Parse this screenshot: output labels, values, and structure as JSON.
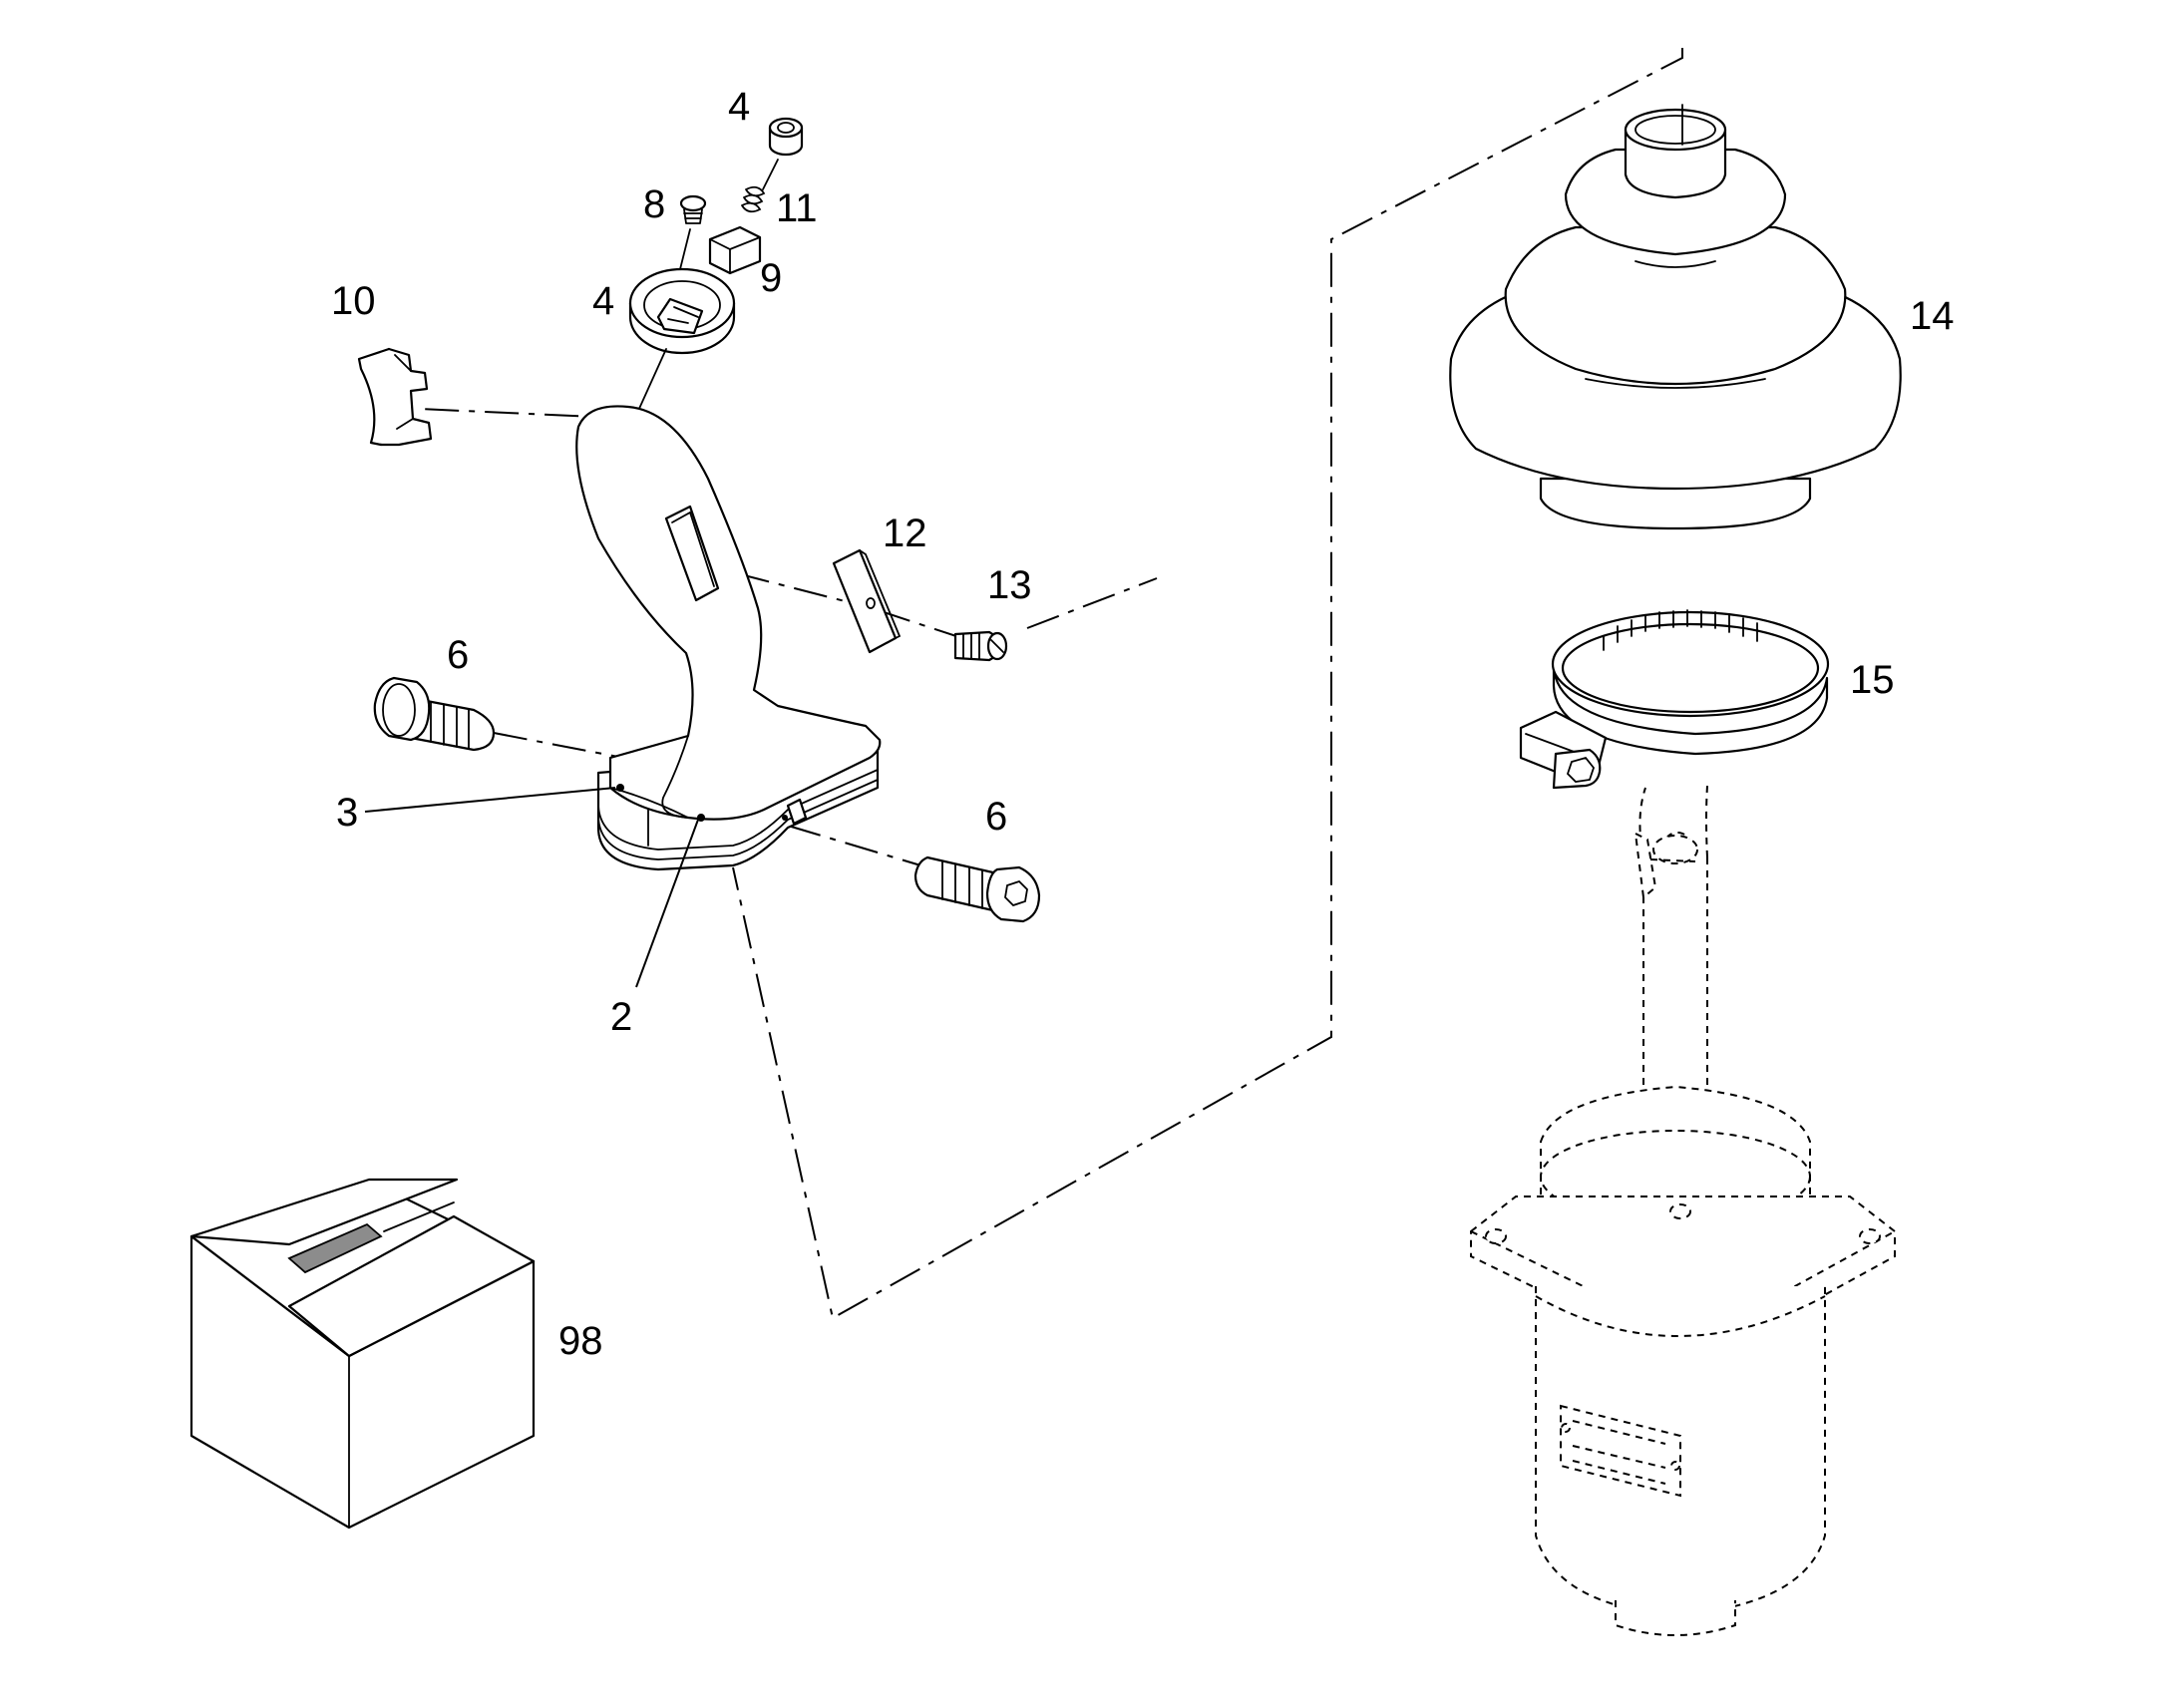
{
  "callouts": [
    {
      "id": "label-4-top",
      "text": "4"
    },
    {
      "id": "label-8",
      "text": "8"
    },
    {
      "id": "label-11",
      "text": "11"
    },
    {
      "id": "label-9",
      "text": "9"
    },
    {
      "id": "label-4-ring",
      "text": "4"
    },
    {
      "id": "label-10",
      "text": "10"
    },
    {
      "id": "label-12",
      "text": "12"
    },
    {
      "id": "label-13",
      "text": "13"
    },
    {
      "id": "label-6-left",
      "text": "6"
    },
    {
      "id": "label-3",
      "text": "3"
    },
    {
      "id": "label-6-right",
      "text": "6"
    },
    {
      "id": "label-2",
      "text": "2"
    },
    {
      "id": "label-14",
      "text": "14"
    },
    {
      "id": "label-15",
      "text": "15"
    },
    {
      "id": "label-98",
      "text": "98"
    }
  ],
  "colors": {
    "line": "#000000",
    "background": "#ffffff",
    "tape": "#8c8c8c"
  }
}
